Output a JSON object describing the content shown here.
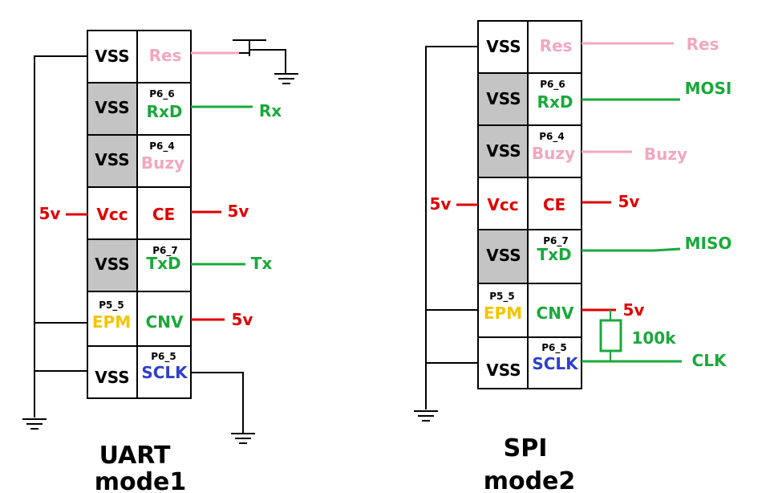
{
  "colors": {
    "black": "#000000",
    "red": "#e00000",
    "green": "#1aa83c",
    "pink": "#f3a7bf",
    "yellow": "#f5c400",
    "blue": "#2e3fcc",
    "grey_cell": "#c4c4c4"
  },
  "uart": {
    "title_line1": "UART",
    "title_line2": "mode1",
    "left_labels": [
      "VSS",
      "VSS",
      "VSS",
      "Vcc",
      "VSS",
      "EPM",
      "VSS"
    ],
    "right_labels": [
      "Res",
      "RxD",
      "Buzy",
      "CE",
      "TxD",
      "CNV",
      "SCLK"
    ],
    "right_pins": [
      "",
      "P6_6",
      "P6_4",
      "",
      "P6_7",
      "",
      "P6_5"
    ],
    "left_pin_epm": "P5_5",
    "left_vcc_label": "5v",
    "signals": [
      "",
      "Rx",
      "",
      "5v",
      "Tx",
      "5v",
      ""
    ]
  },
  "spi": {
    "title_line1": "SPI",
    "title_line2": "mode2",
    "left_labels": [
      "VSS",
      "VSS",
      "VSS",
      "Vcc",
      "VSS",
      "EPM",
      "VSS"
    ],
    "right_labels": [
      "Res",
      "RxD",
      "Buzy",
      "CE",
      "TxD",
      "CNV",
      "SCLK"
    ],
    "right_pins": [
      "",
      "P6_6",
      "P6_4",
      "",
      "P6_7",
      "",
      "P6_5"
    ],
    "left_pin_epm": "P5_5",
    "left_vcc_label": "5v",
    "signals": [
      "Res",
      "MOSI",
      "Buzy",
      "5v",
      "MISO",
      "5v",
      "CLK"
    ],
    "resistor_label": "100k"
  }
}
